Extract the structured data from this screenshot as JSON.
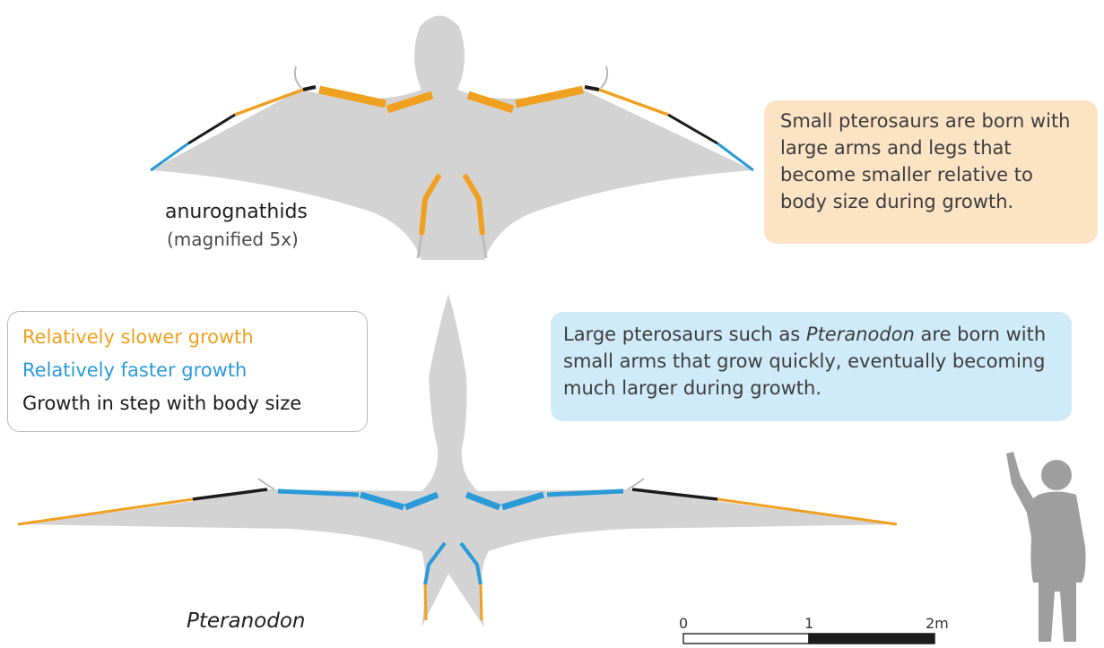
{
  "colors": {
    "slower": "#f0a020",
    "faster": "#2a9ad8",
    "in_step": "#1c1c1c",
    "membrane": "#d3d3d3",
    "small_box_bg": "#fbe3c4",
    "large_box_bg": "#cfeaf8",
    "silhouette": "#9e9e9e"
  },
  "anurognathids": {
    "name": "anurognathids",
    "note": "(magnified 5x)"
  },
  "pteranodon": {
    "name": "Pteranodon"
  },
  "small_box": {
    "text": "Small pterosaurs are born with large arms and legs that become smaller relative to body size during growth."
  },
  "large_box": {
    "text_before": "Large pterosaurs such as ",
    "text_italic": "Pteranodon",
    "text_after": " are born with small arms that grow quickly, eventually becoming much larger during growth."
  },
  "legend": {
    "slower": "Relatively slower growth",
    "faster": "Relatively faster growth",
    "in_step": "Growth in step with body size"
  },
  "scale_bar": {
    "ticks": [
      "0",
      "1",
      "2m"
    ]
  },
  "icons": [
    "human-silhouette-icon"
  ]
}
